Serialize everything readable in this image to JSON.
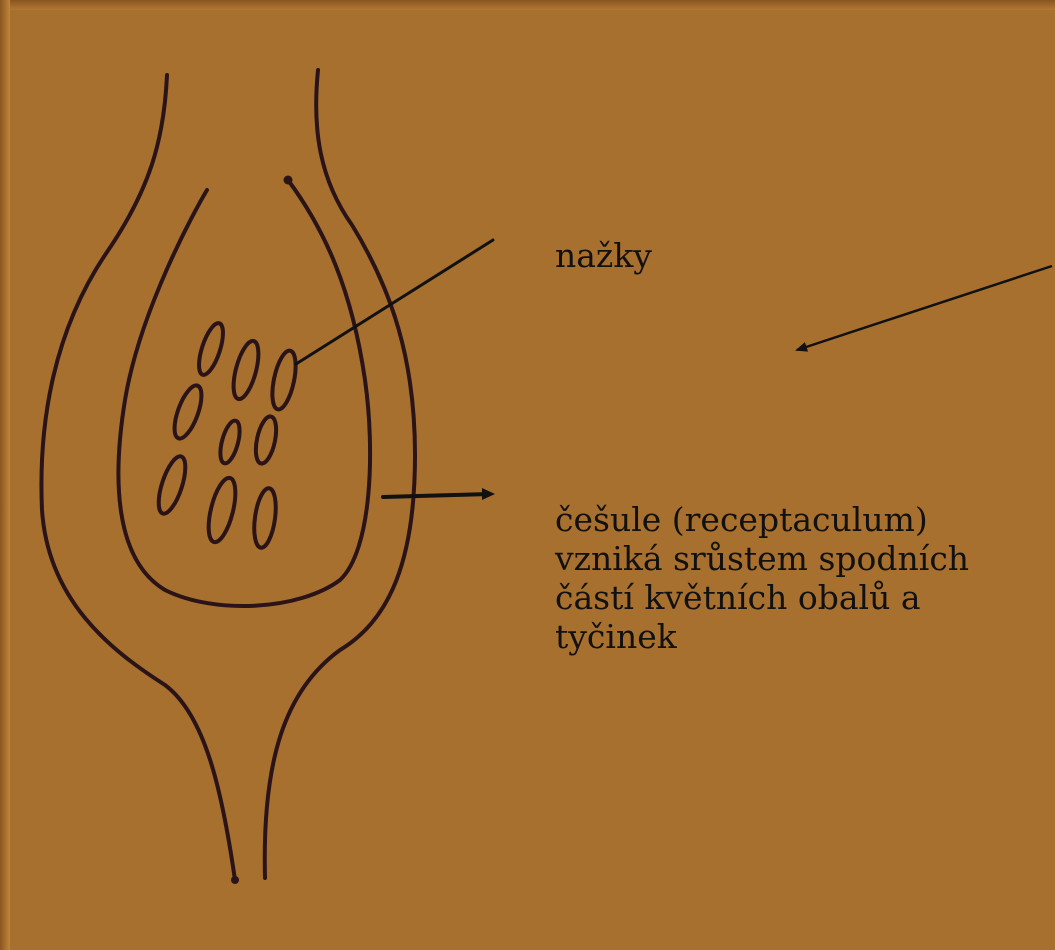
{
  "labels": {
    "nazky": "nažky",
    "cesule_lines": [
      "češule (receptaculum)",
      "vzniká srůstem spodních",
      "částí květních obalů a",
      "tyčinek"
    ]
  },
  "colors": {
    "frame": "#a8702e",
    "outline": "#2a1418",
    "pointer": "#111111",
    "background": "#ffffff"
  }
}
